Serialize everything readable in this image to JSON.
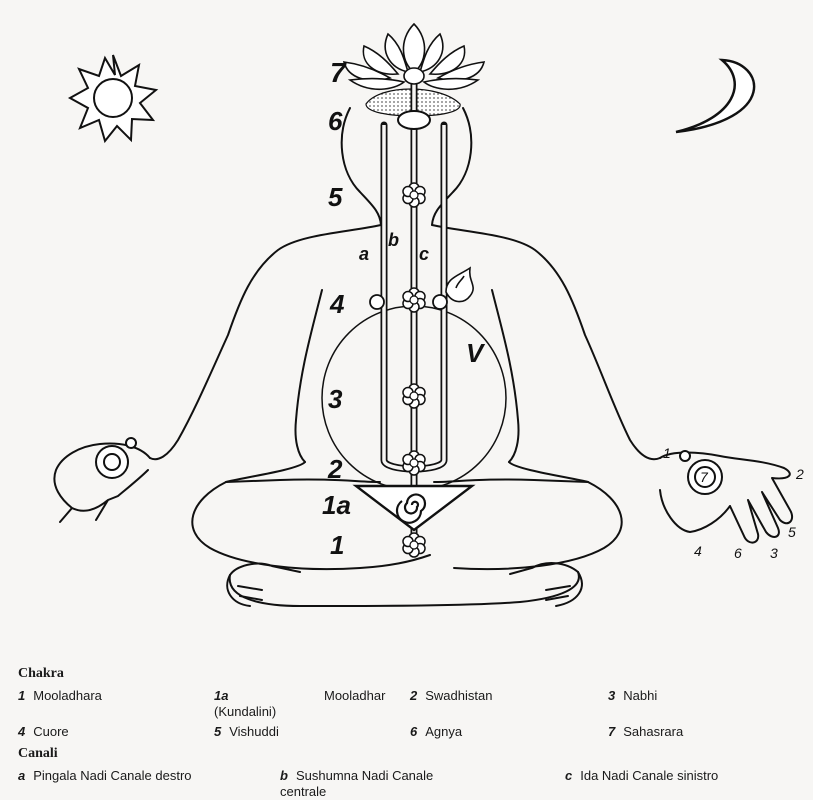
{
  "figure": {
    "labels": {
      "chakra_7": "7",
      "chakra_6": "6",
      "chakra_5": "5",
      "chakra_4": "4",
      "chakra_3": "3",
      "chakra_2": "2",
      "chakra_1a": "1a",
      "chakra_1": "1",
      "channel_a": "a",
      "channel_b": "b",
      "channel_c": "c",
      "vayu": "V"
    },
    "hand_labels": [
      "1",
      "7",
      "2",
      "5",
      "3",
      "6",
      "4"
    ]
  },
  "legend": {
    "chakra_heading": "Chakra",
    "chakra_items": [
      {
        "key": "1",
        "name": "Mooladhara"
      },
      {
        "key": "1a",
        "name": "(Kundalini)"
      },
      {
        "key": "",
        "name": "Mooladhar"
      },
      {
        "key": "2",
        "name": "Swadhistan"
      },
      {
        "key": "3",
        "name": "Nabhi"
      },
      {
        "key": "4",
        "name": "Cuore"
      },
      {
        "key": "5",
        "name": "Vishuddi"
      },
      {
        "key": "6",
        "name": "Agnya"
      },
      {
        "key": "7",
        "name": "Sahasrara"
      }
    ],
    "channels_heading": "Canali",
    "channel_items": [
      {
        "key": "a",
        "name": "Pingala Nadi Canale destro"
      },
      {
        "key": "b",
        "name": "Sushumna Nadi Canale centrale"
      },
      {
        "key": "c",
        "name": "Ida Nadi Canale sinistro"
      }
    ]
  }
}
